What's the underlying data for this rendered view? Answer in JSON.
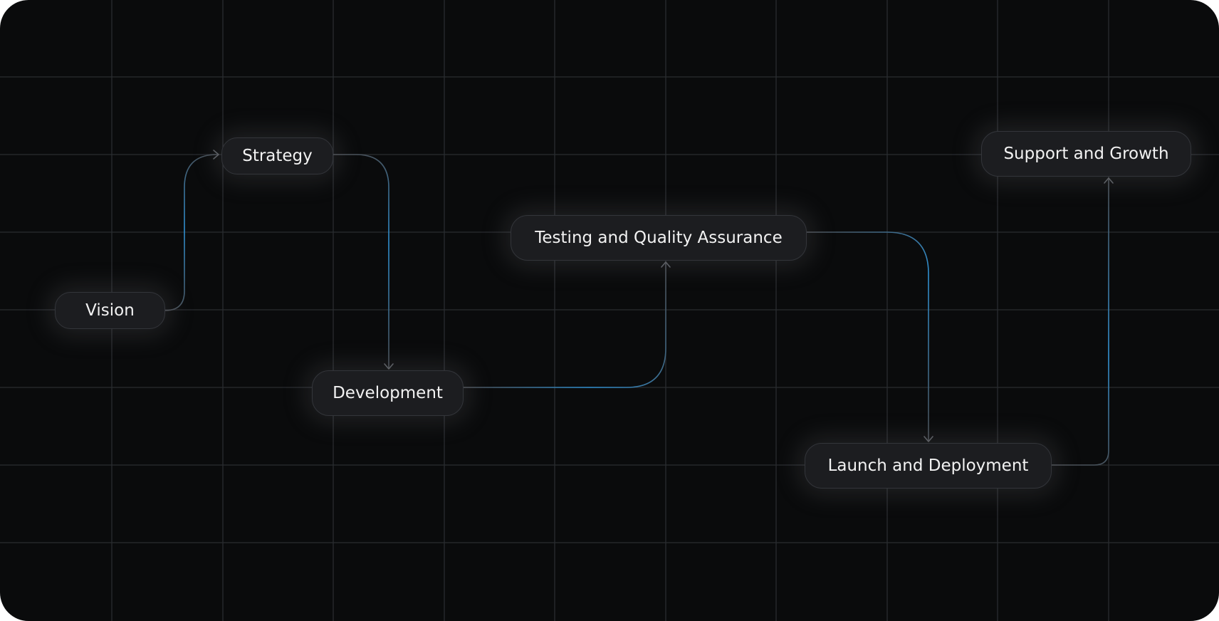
{
  "diagram": {
    "nodes": [
      {
        "id": "vision",
        "label": "Vision"
      },
      {
        "id": "strategy",
        "label": "Strategy"
      },
      {
        "id": "development",
        "label": "Development"
      },
      {
        "id": "testing",
        "label": "Testing and Quality Assurance"
      },
      {
        "id": "launch",
        "label": "Launch and Deployment"
      },
      {
        "id": "support",
        "label": "Support and Growth"
      }
    ],
    "edges": [
      {
        "from": "vision",
        "to": "strategy"
      },
      {
        "from": "strategy",
        "to": "development"
      },
      {
        "from": "development",
        "to": "testing"
      },
      {
        "from": "testing",
        "to": "launch"
      },
      {
        "from": "launch",
        "to": "support"
      }
    ],
    "colors": {
      "background": "#0a0b0c",
      "grid": "#2a2c30",
      "node_fill": "#1c1d20",
      "node_border": "#33353a",
      "text": "#f2f2f2",
      "connector_accent": "#2f8fd0",
      "connector_muted": "#4a4d52"
    }
  }
}
